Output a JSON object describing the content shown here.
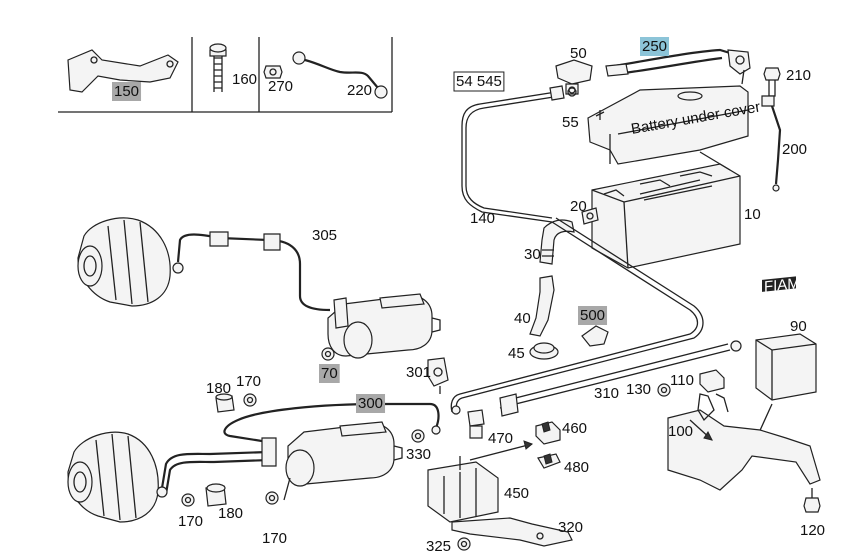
{
  "colors": {
    "highlight_grey": "#a8a8a8",
    "highlight_blue": "#8cc4d8",
    "line": "#222222"
  },
  "callouts": [
    {
      "id": "p150",
      "text": "150",
      "highlight": "grey"
    },
    {
      "id": "p160",
      "text": "160"
    },
    {
      "id": "p270",
      "text": "270"
    },
    {
      "id": "p220",
      "text": "220"
    },
    {
      "id": "p50",
      "text": "50"
    },
    {
      "id": "p250",
      "text": "250",
      "highlight": "blue"
    },
    {
      "id": "p210",
      "text": "210"
    },
    {
      "id": "p54545",
      "text": "54 545",
      "boxed": true
    },
    {
      "id": "p55",
      "text": "55"
    },
    {
      "id": "p200",
      "text": "200"
    },
    {
      "id": "p140",
      "text": "140"
    },
    {
      "id": "p20",
      "text": "20"
    },
    {
      "id": "p10",
      "text": "10"
    },
    {
      "id": "p305",
      "text": "305"
    },
    {
      "id": "p30",
      "text": "30"
    },
    {
      "id": "p40",
      "text": "40"
    },
    {
      "id": "p500",
      "text": "500",
      "highlight": "grey"
    },
    {
      "id": "p90",
      "text": "90"
    },
    {
      "id": "p45",
      "text": "45"
    },
    {
      "id": "p70",
      "text": "70",
      "highlight": "grey"
    },
    {
      "id": "p301",
      "text": "301"
    },
    {
      "id": "p180a",
      "text": "180"
    },
    {
      "id": "p170a",
      "text": "170"
    },
    {
      "id": "p300",
      "text": "300",
      "highlight": "grey"
    },
    {
      "id": "p310",
      "text": "310"
    },
    {
      "id": "p130",
      "text": "130"
    },
    {
      "id": "p110",
      "text": "110"
    },
    {
      "id": "p460",
      "text": "460"
    },
    {
      "id": "p470",
      "text": "470"
    },
    {
      "id": "p330",
      "text": "330"
    },
    {
      "id": "p480",
      "text": "480"
    },
    {
      "id": "p100",
      "text": "100"
    },
    {
      "id": "p450",
      "text": "450"
    },
    {
      "id": "p170b",
      "text": "170"
    },
    {
      "id": "p180b",
      "text": "180"
    },
    {
      "id": "p320",
      "text": "320"
    },
    {
      "id": "p120",
      "text": "120"
    },
    {
      "id": "p170c",
      "text": "170"
    },
    {
      "id": "p325",
      "text": "325"
    }
  ],
  "battery_label": "Battery under cover",
  "fiamm_label": "FIAMM"
}
